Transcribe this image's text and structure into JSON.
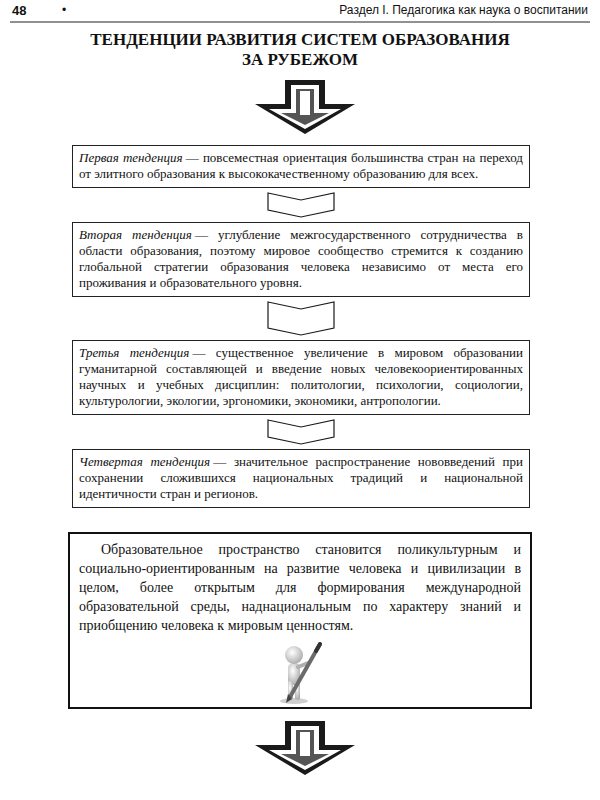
{
  "diagram": {
    "title": "ТЕНДЕНЦИИ РАЗВИТИЯ СИСТЕМ ОБРАЗОВАНИЯ ЗА РУБЕЖОМ",
    "nodes": [
      {
        "text": [
          "Первая тенденция",
          "— повсеместная ориентация большинства стран на переход от элитного образования к высококачественному образованию для всех."
        ]
      },
      {
        "text": [
          "Вторая тенденция",
          "— углубление межгосударственного сотрудничества в области образования, поэтому мировое сообщество стремится к созданию глобальной стратегии образования человека независимо от места его проживания и образовательного уровня."
        ]
      },
      {
        "text": [
          "Третья тенденция",
          "— существенное увеличение в мировом образовании гуманитарной составляющей и введение новых человекоориентированных научных и учебных дисциплин: политологии, психологии, социологии, культурологии, экологии, эргономики, экономики, антропологии."
        ]
      },
      {
        "text": [
          "Четвертая тенденция",
          "— значительное распространение нововведений при сохранении сложившихся национальных традиций и национальной идентичности стран и регионов."
        ]
      },
      {
        "text": [
          "Образовательное пространство становится поликультурным и социально-ориентированным на развитие человека и цивилизации в целом, более открытым для формирования международной образовательной среды, наднациональным по характеру знаний и приобщению человека к мировым ценностям."
        ]
      }
    ],
    "edges": [
      {
        "from": 0,
        "to": 1,
        "arrow": "to"
      },
      {
        "from": 1,
        "to": 2,
        "arrow": "to"
      },
      {
        "from": 2,
        "to": 3,
        "arrow": "to"
      }
    ],
    "labels": [
      "48",
      "•",
      "Раздел I. Педагогика как наука о воспитании"
    ]
  }
}
